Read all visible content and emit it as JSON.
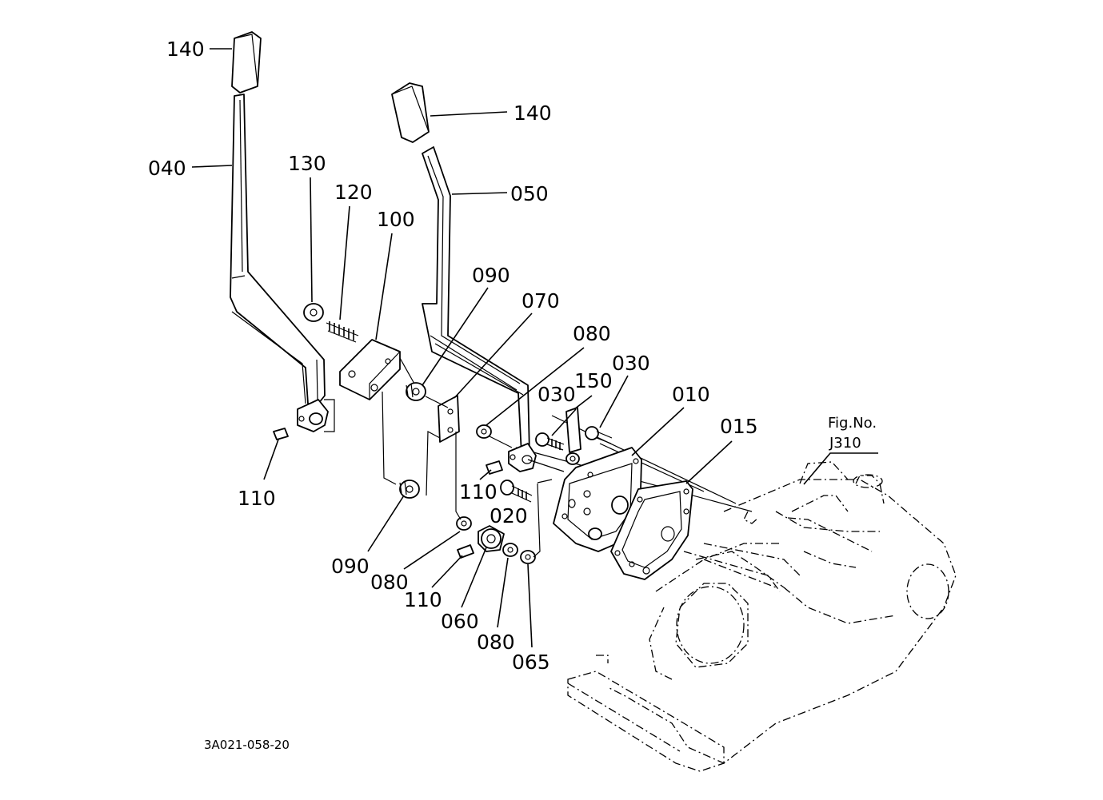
{
  "diagram": {
    "figure_ref": {
      "label": "Fig.No.",
      "number": "J310"
    },
    "drawing_code": "3A021-058-20",
    "callouts": [
      {
        "id": "c-140-left",
        "text": "140"
      },
      {
        "id": "c-040",
        "text": "040"
      },
      {
        "id": "c-130",
        "text": "130"
      },
      {
        "id": "c-120",
        "text": "120"
      },
      {
        "id": "c-100",
        "text": "100"
      },
      {
        "id": "c-110-left",
        "text": "110"
      },
      {
        "id": "c-140-right",
        "text": "140"
      },
      {
        "id": "c-050",
        "text": "050"
      },
      {
        "id": "c-090-top",
        "text": "090"
      },
      {
        "id": "c-070",
        "text": "070"
      },
      {
        "id": "c-080-top",
        "text": "080"
      },
      {
        "id": "c-030-left",
        "text": "030"
      },
      {
        "id": "c-150",
        "text": "150"
      },
      {
        "id": "c-030-right",
        "text": "030"
      },
      {
        "id": "c-010",
        "text": "010"
      },
      {
        "id": "c-015",
        "text": "015"
      },
      {
        "id": "c-110-mid",
        "text": "110"
      },
      {
        "id": "c-020",
        "text": "020"
      },
      {
        "id": "c-090-bottom",
        "text": "090"
      },
      {
        "id": "c-080-mid",
        "text": "080"
      },
      {
        "id": "c-110-bottom",
        "text": "110"
      },
      {
        "id": "c-060",
        "text": "060"
      },
      {
        "id": "c-080-bottom",
        "text": "080"
      },
      {
        "id": "c-065",
        "text": "065"
      }
    ]
  }
}
